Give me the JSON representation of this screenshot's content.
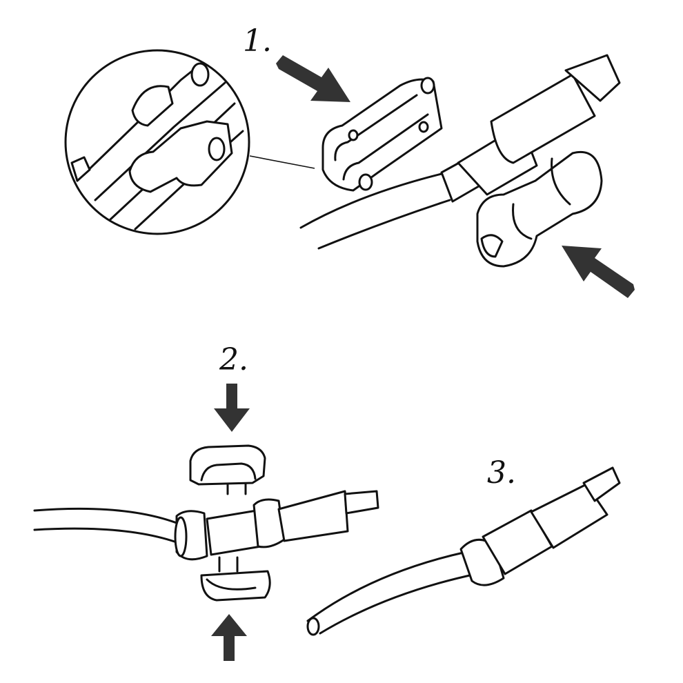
{
  "steps": [
    {
      "label": "1."
    },
    {
      "label": "2."
    },
    {
      "label": "3."
    }
  ],
  "colors": {
    "background": "#ffffff",
    "line": "#111111",
    "arrow": "#333333"
  },
  "icons": {
    "arrow": "filled-arrow-icon"
  }
}
